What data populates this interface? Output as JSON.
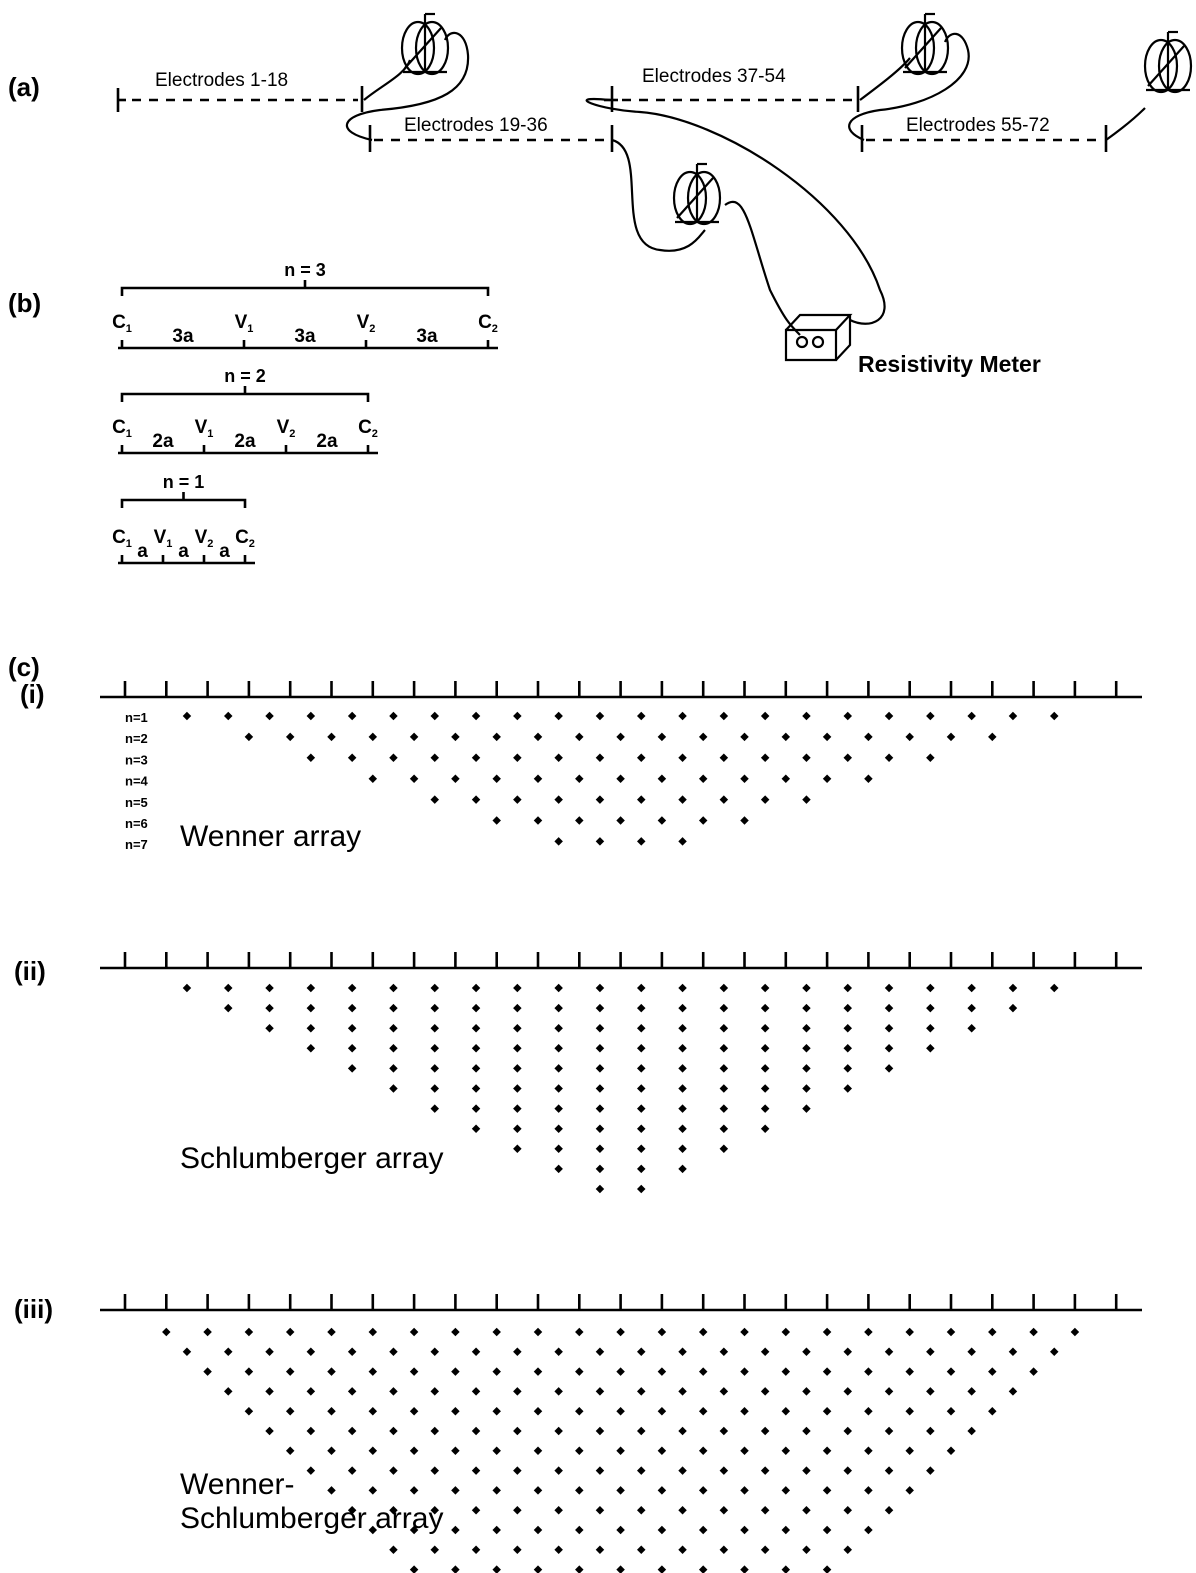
{
  "panel_a": {
    "label": "(a)",
    "cables": [
      "Electrodes 1-18",
      "Electrodes 19-36",
      "Electrodes 37-54",
      "Electrodes 55-72"
    ],
    "meter_label": "Resistivity Meter"
  },
  "panel_b": {
    "label": "(b)",
    "configs": [
      {
        "n_label": "n = 3",
        "spacing": "3a"
      },
      {
        "n_label": "n = 2",
        "spacing": "2a"
      },
      {
        "n_label": "n = 1",
        "spacing": "a"
      }
    ],
    "electrodes": [
      {
        "letter": "C",
        "sub": "1"
      },
      {
        "letter": "V",
        "sub": "1"
      },
      {
        "letter": "V",
        "sub": "2"
      },
      {
        "letter": "C",
        "sub": "2"
      }
    ]
  },
  "panel_c": {
    "label": "(c)",
    "level_labels": [
      "n=1",
      "n=2",
      "n=3",
      "n=4",
      "n=5",
      "n=6",
      "n=7"
    ],
    "electrode_count": 25,
    "subpanels": [
      {
        "label": "(i)",
        "name_lines": [
          "Wenner array"
        ],
        "max_level": 7
      },
      {
        "label": "(ii)",
        "name_lines": [
          "Schlumberger array"
        ],
        "max_level": 11
      },
      {
        "label": "(iii)",
        "name_lines": [
          "Wenner-",
          "Schlumberger array"
        ],
        "max_level": 15
      }
    ]
  }
}
